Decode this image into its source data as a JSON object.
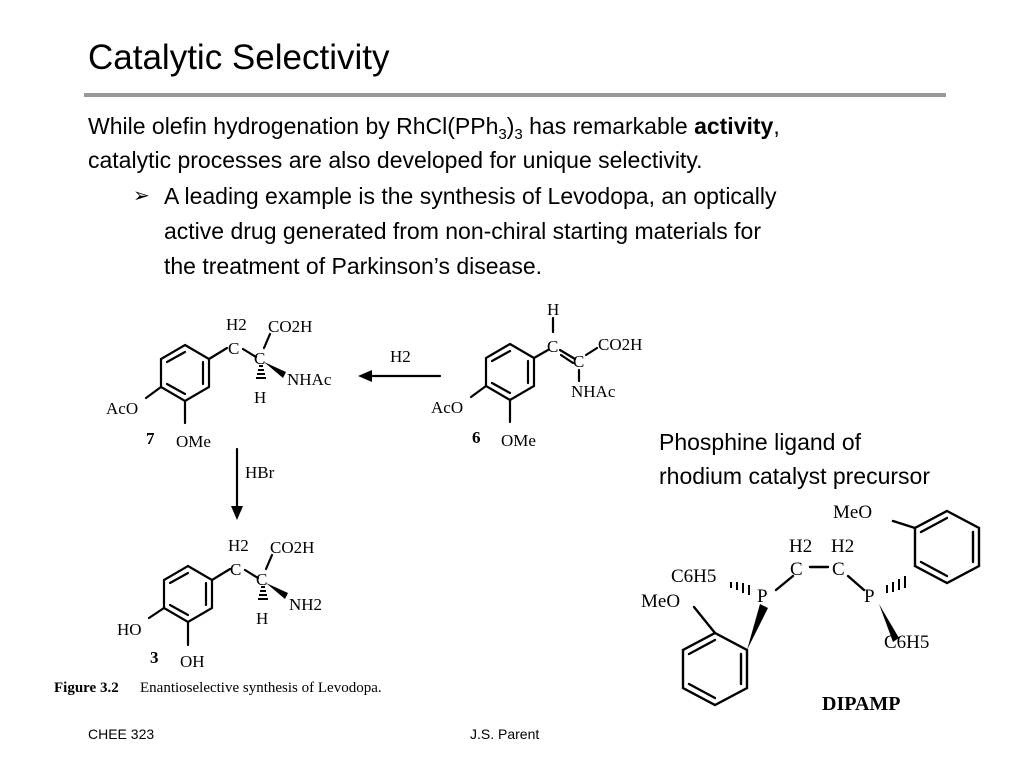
{
  "slide": {
    "title": "Catalytic Selectivity",
    "paragraph": {
      "line1_before": "While olefin hydrogenation by RhCl(PPh",
      "sub1": "3",
      "line1_mid": ")",
      "sub2": "3",
      "line1_after": " has remarkable ",
      "bold_word": "activity",
      "line1_end": ",",
      "line2": "catalytic processes are also developed for unique selectivity."
    },
    "bullet": {
      "marker": "➢",
      "lines": [
        "A leading example is the synthesis of Levodopa, an optically",
        "active drug generated from non-chiral starting materials for",
        "the treatment of Parkinson’s disease."
      ]
    },
    "ligand_caption": [
      "Phosphine ligand of",
      "rhodium catalyst precursor"
    ]
  },
  "figure": {
    "caption_label": "Figure 3.2",
    "caption_text": "Enantioselective synthesis of Levodopa.",
    "reagent_h2": "H2",
    "reagent_hbr": "HBr",
    "compound6": {
      "number": "6",
      "h": "H",
      "c1": "C",
      "c2": "C",
      "co2h": "CO2H",
      "nhac": "NHAc",
      "aco": "AcO",
      "ome": "OMe"
    },
    "compound7": {
      "number": "7",
      "h2": "H2",
      "c1": "C",
      "c2": "C",
      "co2h": "CO2H",
      "nhac": "NHAc",
      "h": "H",
      "aco": "AcO",
      "ome": "OMe"
    },
    "compound3": {
      "number": "3",
      "h2": "H2",
      "c1": "C",
      "c2": "C",
      "co2h": "CO2H",
      "nh2": "NH2",
      "h": "H",
      "ho": "HO",
      "oh": "OH"
    }
  },
  "dipamp": {
    "name": "DIPAMP",
    "meo_top": "MeO",
    "meo_left": "MeO",
    "h2_left": "H2",
    "h2_right": "H2",
    "c_left": "C",
    "c_right": "C",
    "p_left": "P",
    "p_right": "P",
    "c6h5_left": "C6H5",
    "c6h5_right": "C6H5"
  },
  "footer": {
    "left": "CHEE 323",
    "center": "J.S. Parent"
  }
}
